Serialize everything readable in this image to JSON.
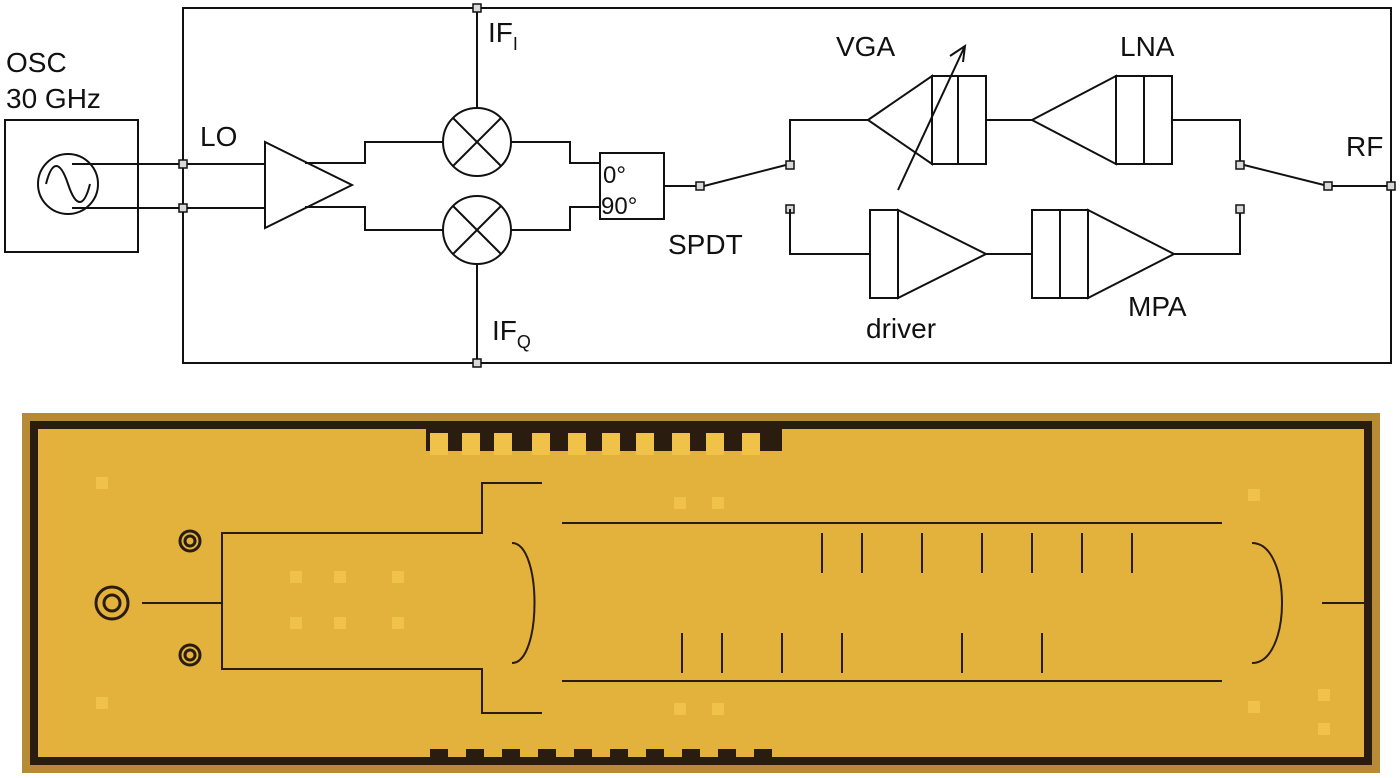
{
  "schematic": {
    "oscillator_label_line1": "OSC",
    "oscillator_label_line2": "30 GHz",
    "lo_label": "LO",
    "if_i_label": "IF",
    "if_i_subscript": "I",
    "if_q_label": "IF",
    "if_q_subscript": "Q",
    "phase_0_label": "0°",
    "phase_90_label": "90°",
    "spdt_label": "SPDT",
    "vga_label": "VGA",
    "lna_label": "LNA",
    "rf_label": "RF",
    "driver_label": "driver",
    "mpa_label": "MPA"
  },
  "chip_photo": {
    "description_colors": {
      "metal": "#e3b23c",
      "substrate": "#2a1d10",
      "frame": "#b78a35"
    }
  }
}
